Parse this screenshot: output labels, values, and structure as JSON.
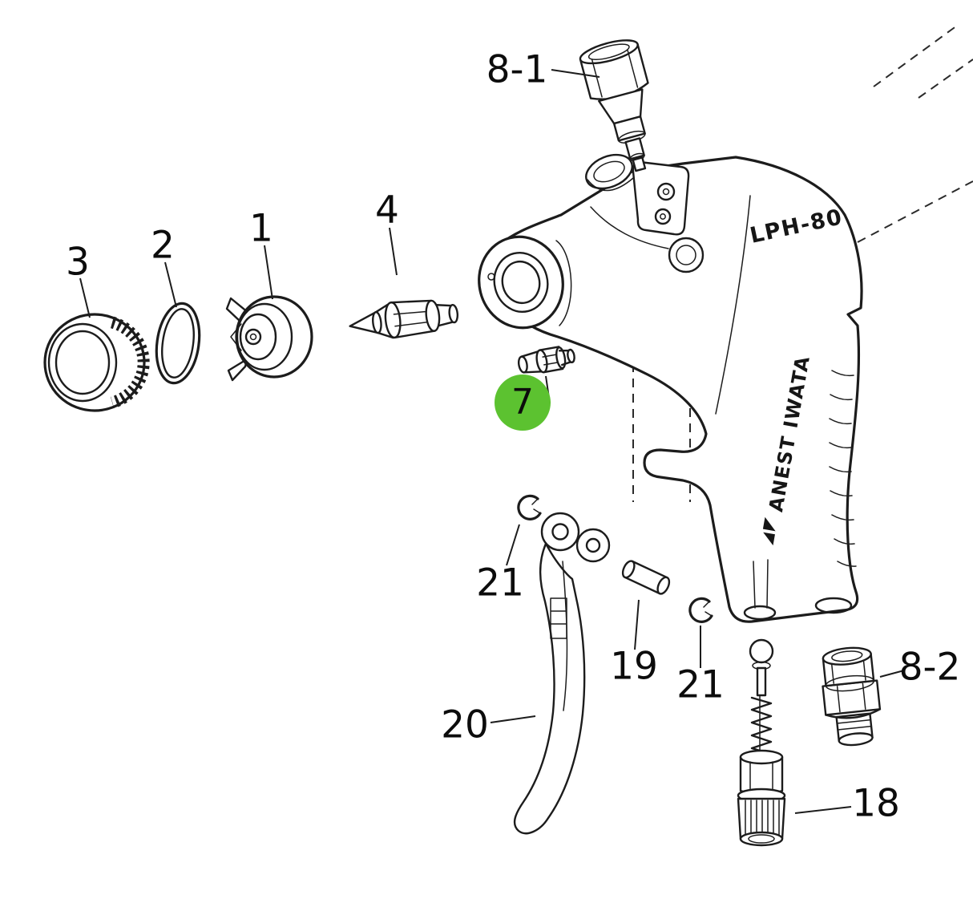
{
  "diagram": {
    "kind": "exploded-parts-diagram",
    "product": "spray gun",
    "highlight_color": "#5cc230",
    "line_color": "#1c1c1c",
    "highlighted_part": "7",
    "parts": {
      "p8_1": "8-1",
      "p3": "3",
      "p2": "2",
      "p1": "1",
      "p4": "4",
      "p7": "7",
      "p21_upper": "21",
      "p19": "19",
      "p21_lower": "21",
      "p20": "20",
      "p18": "18",
      "p8_2": "8-2"
    },
    "markings": {
      "model_text": "LPH-80",
      "brand_text": "ANEST IWATA"
    }
  }
}
